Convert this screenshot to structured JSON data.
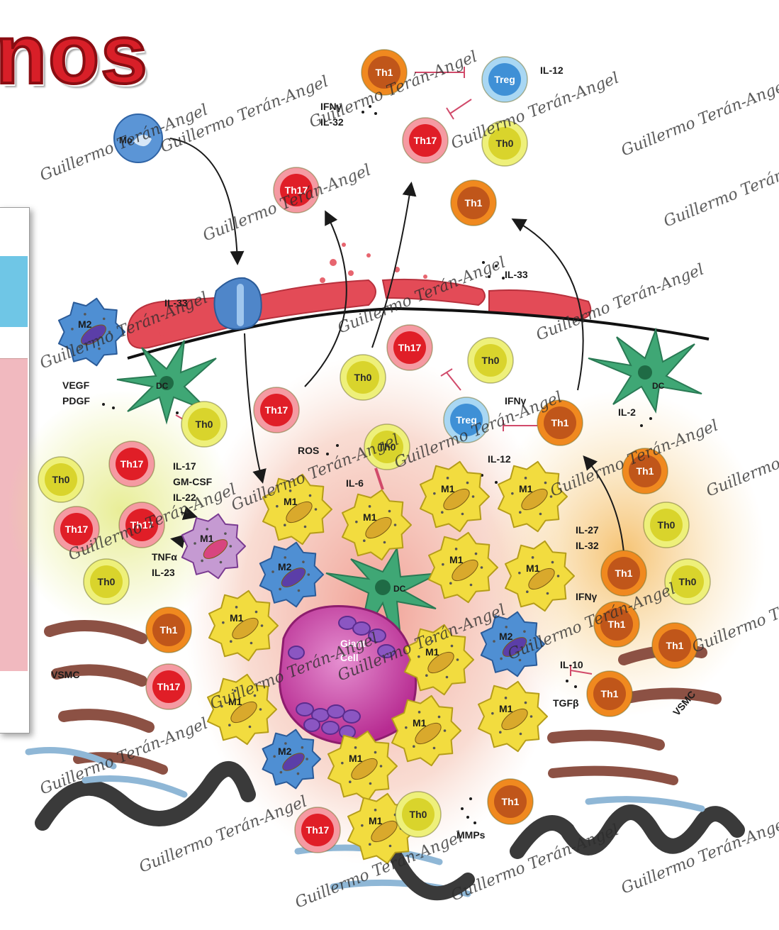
{
  "title": {
    "fragment": "nos"
  },
  "watermark": {
    "text": "Guillermo Terán-Angel"
  },
  "colors": {
    "th1": "#c0561a",
    "th1_ring": "#f0891f",
    "th17": "#e01e27",
    "th17_ring": "#f59aa2",
    "th0": "#d9d42c",
    "th0_ring": "#eef07a",
    "treg": "#3f90d6",
    "treg_ring": "#a9d7f3",
    "m1": "#f2dc3f",
    "m2": "#4f8fd3",
    "dc": "#3fa775",
    "giant": "#c8379f",
    "endothelium": "#e34b57"
  },
  "cells": {
    "mo": "Mo",
    "m2_top": "M2",
    "dc_top": "DC",
    "dc_right": "DC",
    "dc_center": "DC",
    "giant_cell": "Giant\nCell",
    "m1_purple": "M1",
    "m2_center": "M2",
    "m2_right": "M2",
    "m2_bottom": "M2",
    "m1_labels": [
      "M1",
      "M1",
      "M1",
      "M1",
      "M1",
      "M1",
      "M1",
      "M1",
      "M1",
      "M1",
      "M1",
      "M1",
      "M1"
    ],
    "lymphocytes": [
      {
        "type": "th1",
        "label": "Th1"
      },
      {
        "type": "treg",
        "label": "Treg"
      },
      {
        "type": "th17",
        "label": "Th17"
      },
      {
        "type": "th0",
        "label": "Th0"
      },
      {
        "type": "th17",
        "label": "Th17"
      },
      {
        "type": "th1",
        "label": "Th1"
      },
      {
        "type": "th17",
        "label": "Th17"
      },
      {
        "type": "th0",
        "label": "Th0"
      },
      {
        "type": "th0",
        "label": "Th0"
      },
      {
        "type": "th17",
        "label": "Th17"
      },
      {
        "type": "treg",
        "label": "Treg"
      },
      {
        "type": "th1",
        "label": "Th1"
      },
      {
        "type": "th0",
        "label": "Th0"
      },
      {
        "type": "th0",
        "label": "Th0"
      },
      {
        "type": "th0",
        "label": "Th0"
      },
      {
        "type": "th17",
        "label": "Th17"
      },
      {
        "type": "th17",
        "label": "Th17"
      },
      {
        "type": "th17",
        "label": "Th17"
      },
      {
        "type": "th0",
        "label": "Th0"
      },
      {
        "type": "th1",
        "label": "Th1"
      },
      {
        "type": "th0",
        "label": "Th0"
      },
      {
        "type": "th1",
        "label": "Th1"
      },
      {
        "type": "th0",
        "label": "Th0"
      },
      {
        "type": "th1",
        "label": "Th1"
      },
      {
        "type": "th1",
        "label": "Th1"
      },
      {
        "type": "th1",
        "label": "Th1"
      },
      {
        "type": "th1",
        "label": "Th1"
      },
      {
        "type": "th17",
        "label": "Th17"
      },
      {
        "type": "th17",
        "label": "Th17"
      },
      {
        "type": "th0",
        "label": "Th0"
      },
      {
        "type": "th1",
        "label": "Th1"
      }
    ]
  },
  "labels": {
    "il12_top": "IL-12",
    "ifn_il32": "IFNγ\nIL-32",
    "il33_left": "IL-33",
    "il33_right": "IL-33",
    "vegf_pdgf": "VEGF\nPDGF",
    "ifng_mid": "IFNγ",
    "il12_mid": "IL-12",
    "il2": "IL-2",
    "ros": "ROS",
    "il6": "IL-6",
    "il17_group": "IL-17\nGM-CSF\nIL-22",
    "tnf_il23": "TNFα\nIL-23",
    "il27_il32": "IL-27\nIL-32",
    "ifng_right": "IFNγ",
    "il10": "IL-10",
    "tgfb": "TGFβ",
    "vsmc_left": "VSMC",
    "vsmc_right": "VSMC",
    "mmps": "MMPs"
  }
}
